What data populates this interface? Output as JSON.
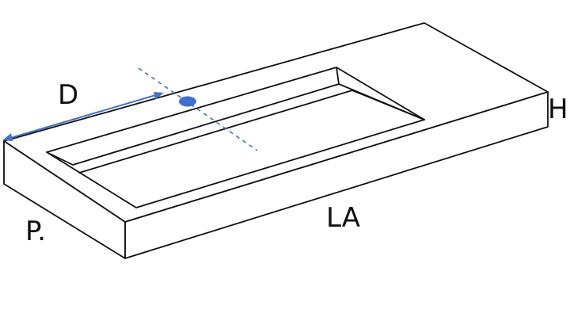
{
  "labels": {
    "depth": "D",
    "height": "H",
    "width": "LA",
    "projection": "P."
  },
  "colors": {
    "outline": "#111111",
    "dimension": "#4472c4",
    "tap_hole": "#3f6fcf"
  }
}
